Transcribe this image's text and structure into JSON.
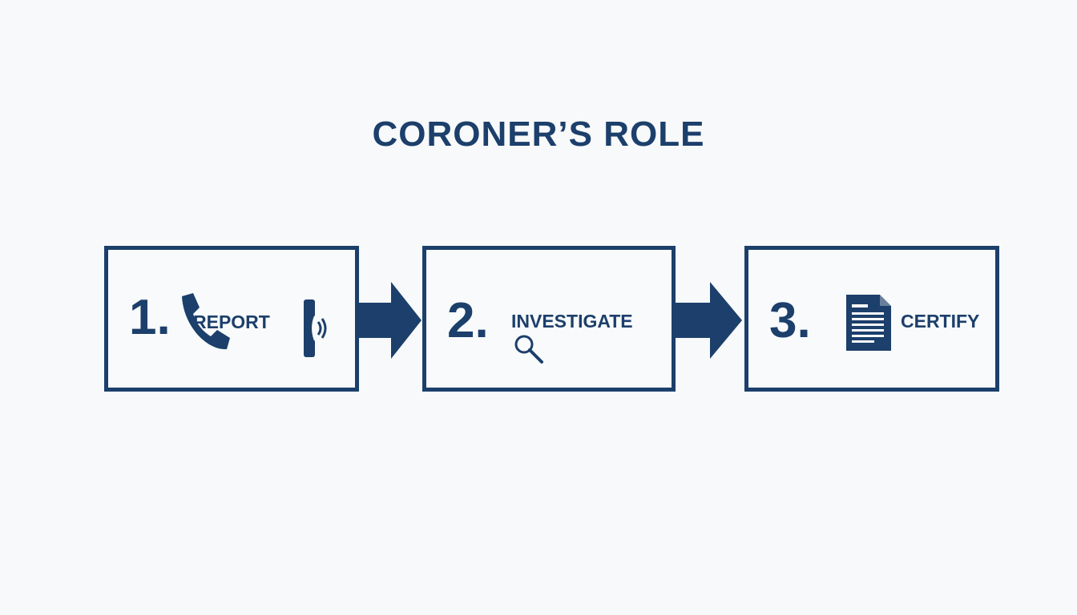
{
  "title": "CORONER’S ROLE",
  "steps": [
    {
      "number": "1.",
      "label": "REPORT",
      "icons": [
        "phone-icon",
        "phone-ringing-icon"
      ]
    },
    {
      "number": "2.",
      "label": "INVESTIGATE",
      "icons": [
        "magnifier-icon"
      ]
    },
    {
      "number": "3.",
      "label": "CERTIFY",
      "icons": [
        "document-icon"
      ]
    }
  ],
  "colors": {
    "primary": "#1c3f6b",
    "background": "#f7f9fa"
  }
}
